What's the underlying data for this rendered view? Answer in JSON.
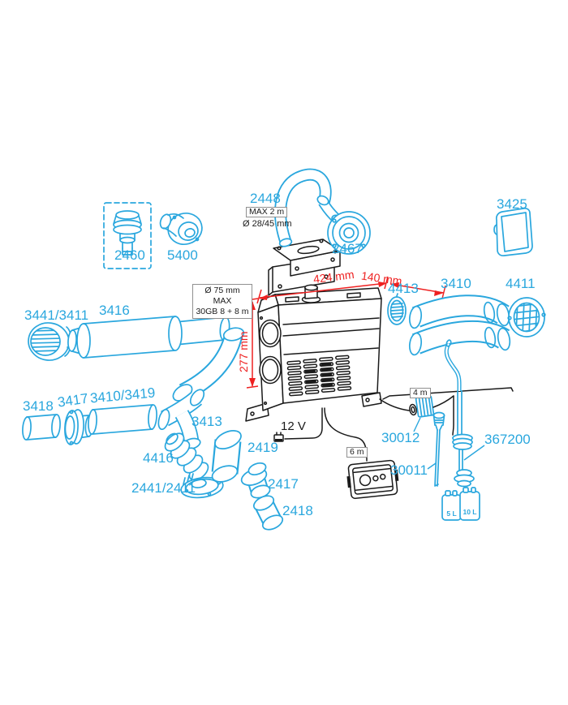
{
  "diagram": {
    "colors": {
      "part_label": "#2aa7de",
      "dimension": "#ee2020",
      "line": "#1a1a1a"
    }
  },
  "parts": {
    "p2448": "2448",
    "p2467": "2467",
    "p3425": "3425",
    "p2460": "2460",
    "p5400": "5400",
    "p4413": "4413",
    "p3410": "3410",
    "p4411": "4411",
    "p3441_3411": "3441/3411",
    "p3416": "3416",
    "p3418": "3418",
    "p3417": "3417",
    "p3410_3419": "3410/3419",
    "p3413": "3413",
    "p4416": "4416",
    "p2441_2411": "2441/2411",
    "p2419": "2419",
    "p2417": "2417",
    "p2418": "2418",
    "p30012": "30012",
    "p30011": "30011",
    "p367200": "367200"
  },
  "dimensions": {
    "width": "424 mm",
    "depth": "140 mm",
    "height": "277 mm"
  },
  "notes": {
    "exhaust_max_len": "MAX 2 m",
    "exhaust_diameter": "Ø 28/45 mm",
    "duct_spec_line1": "Ø 75 mm MAX",
    "duct_spec_line2": "30GB 8 + 8 m",
    "power": "12 V",
    "cable_len": "6 m",
    "pump_line_len": "4 m",
    "tank_small": "5 L",
    "tank_large": "10 L"
  }
}
